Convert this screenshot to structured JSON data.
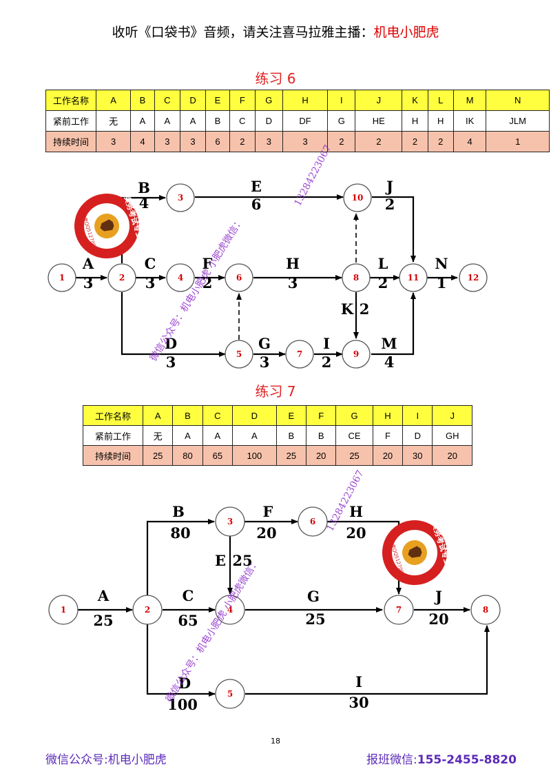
{
  "header": {
    "text": "收听《口袋书》音频，请关注喜马拉雅主播：",
    "highlight": "机电小肥虎"
  },
  "ex6": {
    "title": "练习 6",
    "table": {
      "row_labels": [
        "工作名称",
        "紧前工作",
        "持续时间"
      ],
      "names": [
        "A",
        "B",
        "C",
        "D",
        "E",
        "F",
        "G",
        "H",
        "I",
        "J",
        "K",
        "L",
        "M",
        "N"
      ],
      "preds": [
        "无",
        "A",
        "A",
        "A",
        "B",
        "C",
        "D",
        "DF",
        "G",
        "HE",
        "H",
        "H",
        "IK",
        "JLM"
      ],
      "durations": [
        "3",
        "4",
        "3",
        "3",
        "6",
        "2",
        "3",
        "3",
        "2",
        "2",
        "2",
        "2",
        "4",
        "1"
      ]
    },
    "diagram": {
      "nodes": [
        "1",
        "2",
        "3",
        "4",
        "6",
        "5",
        "7",
        "8",
        "9",
        "10",
        "11",
        "12"
      ],
      "activities": [
        {
          "name": "A",
          "dur": "3"
        },
        {
          "name": "B",
          "dur": "4"
        },
        {
          "name": "C",
          "dur": "3"
        },
        {
          "name": "D",
          "dur": "3"
        },
        {
          "name": "E",
          "dur": "6"
        },
        {
          "name": "F",
          "dur": "2"
        },
        {
          "name": "G",
          "dur": "3"
        },
        {
          "name": "H",
          "dur": "3"
        },
        {
          "name": "I",
          "dur": "2"
        },
        {
          "name": "J",
          "dur": "2"
        },
        {
          "name": "K",
          "dur": "2"
        },
        {
          "name": "L",
          "dur": "2"
        },
        {
          "name": "M",
          "dur": "4"
        },
        {
          "name": "N",
          "dur": "1"
        }
      ]
    }
  },
  "ex7": {
    "title": "练习 7",
    "table": {
      "row_labels": [
        "工作名称",
        "紧前工作",
        "持续时间"
      ],
      "names": [
        "A",
        "B",
        "C",
        "D",
        "E",
        "F",
        "G",
        "H",
        "I",
        "J"
      ],
      "preds": [
        "无",
        "A",
        "A",
        "A",
        "B",
        "B",
        "CE",
        "F",
        "D",
        "GH"
      ],
      "durations": [
        "25",
        "80",
        "65",
        "100",
        "25",
        "20",
        "25",
        "20",
        "30",
        "20"
      ]
    },
    "diagram": {
      "nodes": [
        "1",
        "2",
        "3",
        "4",
        "5",
        "6",
        "7",
        "8"
      ],
      "activities": [
        {
          "name": "A",
          "dur": "25"
        },
        {
          "name": "B",
          "dur": "80"
        },
        {
          "name": "C",
          "dur": "65"
        },
        {
          "name": "D",
          "dur": "100"
        },
        {
          "name": "E",
          "dur": "25"
        },
        {
          "name": "F",
          "dur": "20"
        },
        {
          "name": "G",
          "dur": "25"
        },
        {
          "name": "H",
          "dur": "20"
        },
        {
          "name": "I",
          "dur": "30"
        },
        {
          "name": "J",
          "dur": "20"
        }
      ]
    }
  },
  "watermarks": {
    "phone": "13284223067",
    "wechat1": "微信公众号：机电小肥虎 小肥虎微信：",
    "wechat2": "微信公众号：机电小肥虎 小肥虎微信：",
    "stamp_text": "机电实务考试专业辅导",
    "stamp_sub": "小肥虎QQ512709612"
  },
  "page_number": "18",
  "footer": {
    "left": "微信公众号:机电小肥虎",
    "right_label": "报班微信:",
    "right_value": "155-2455-8820"
  },
  "colors": {
    "header_row": "#ffff40",
    "duration_row": "#f7c2ac",
    "node_label": "#d40000",
    "title": "#e02020",
    "footer": "#5b2ab8"
  }
}
